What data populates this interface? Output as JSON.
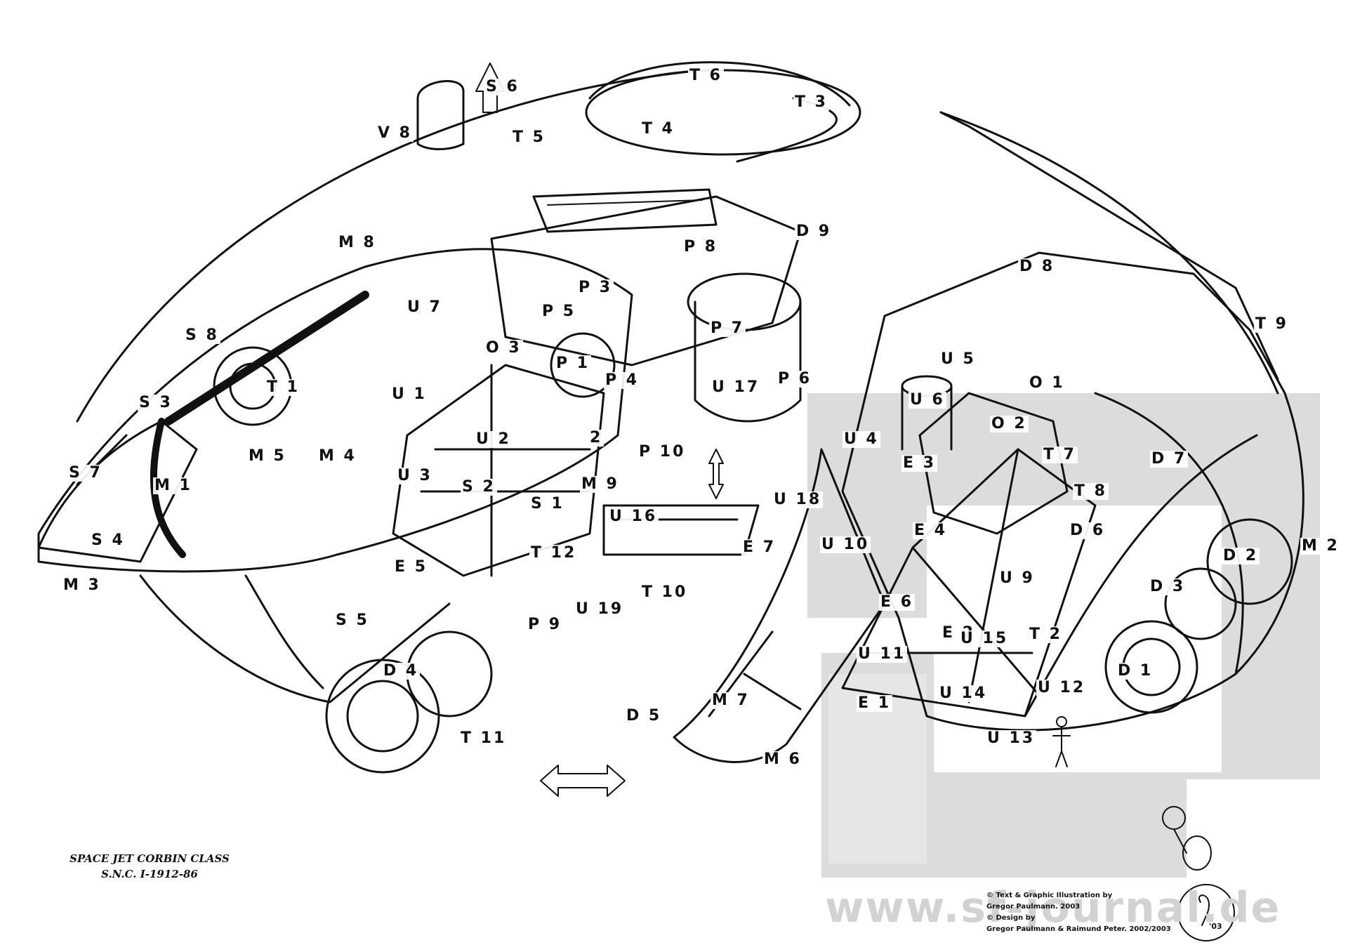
{
  "diagram": {
    "caption": {
      "line1": "SPACE JET CORBIN CLASS",
      "line2": "S.N.C. I-1912-86"
    },
    "credits": {
      "line1": "© Text & Graphic Illustration by",
      "line2": "Gregor Paulmann. 2003",
      "line3": "© Design by",
      "line4": "Gregor Paulmann & Raimund Peter. 2002/2003"
    },
    "watermark": "www.sf-journal.de",
    "signature": "'03",
    "callouts": [
      "V 8",
      "S 6",
      "T 6",
      "T 3",
      "T 5",
      "T 4",
      "M 8",
      "D 9",
      "P 8",
      "D 8",
      "P 3",
      "U 7",
      "P 5",
      "P 7",
      "S 8",
      "O 3",
      "P 1",
      "T 1",
      "P 4",
      "U 17",
      "P 6",
      "T 9",
      "U 5",
      "U 1",
      "O 1",
      "S 3",
      "U 6",
      "O 2",
      "M 5",
      "M 4",
      "U 2",
      "2",
      "P 10",
      "U 4",
      "T 7",
      "S 7",
      "M 1",
      "E 3",
      "D 7",
      "U 3",
      "S 2",
      "M 9",
      "T 8",
      "S 4",
      "U 18",
      "U 16",
      "S 1",
      "E 4",
      "D 6",
      "D 2",
      "M 2",
      "M 3",
      "E 7",
      "U 10",
      "T 12",
      "E 5",
      "D 3",
      "U 9",
      "T 10",
      "U 19",
      "E 6",
      "S 5",
      "P 9",
      "E 2",
      "T 2",
      "U 15",
      "D 4",
      "U 11",
      "U 14",
      "D 1",
      "U 12",
      "M 7",
      "D 5",
      "E 1",
      "U 13",
      "T 11",
      "M 6"
    ]
  }
}
